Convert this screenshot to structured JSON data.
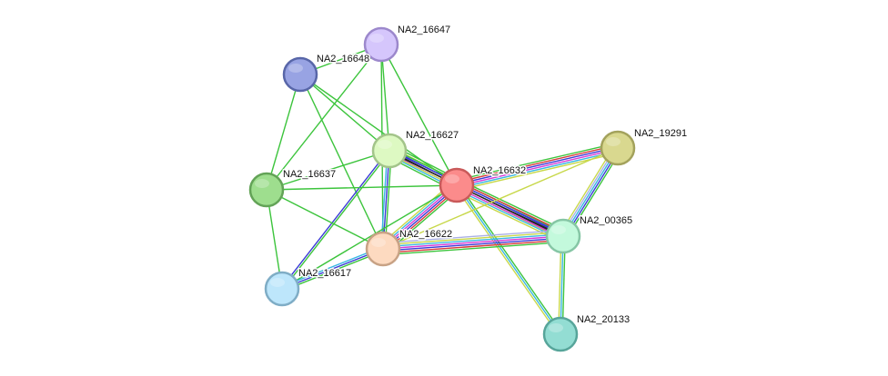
{
  "network": {
    "nodes": [
      {
        "id": "NA2_16647",
        "label": "NA2_16647",
        "fill": "#d5c6fc",
        "stroke": "#9c88cc"
      },
      {
        "id": "NA2_16648",
        "label": "NA2_16648",
        "fill": "#98a3e3",
        "stroke": "#5866a8"
      },
      {
        "id": "NA2_16627",
        "label": "NA2_16627",
        "fill": "#ddf9c2",
        "stroke": "#a3c48a"
      },
      {
        "id": "NA2_16632",
        "label": "NA2_16632",
        "fill": "#fb8b8b",
        "stroke": "#c95a5a"
      },
      {
        "id": "NA2_19291",
        "label": "NA2_19291",
        "fill": "#d9d88f",
        "stroke": "#a3a25c"
      },
      {
        "id": "NA2_16637",
        "label": "NA2_16637",
        "fill": "#9ede8e",
        "stroke": "#63a357"
      },
      {
        "id": "NA2_00365",
        "label": "NA2_00365",
        "fill": "#c3f9dc",
        "stroke": "#86c6a5"
      },
      {
        "id": "NA2_16622",
        "label": "NA2_16622",
        "fill": "#fddac0",
        "stroke": "#c8a285"
      },
      {
        "id": "NA2_16617",
        "label": "NA2_16617",
        "fill": "#bde6fb",
        "stroke": "#7fadc6"
      },
      {
        "id": "NA2_20133",
        "label": "NA2_20133",
        "fill": "#93ddd3",
        "stroke": "#57a59a"
      }
    ],
    "edges": [
      {
        "source": "NA2_16647",
        "target": "NA2_16627",
        "colors": [
          "#3cc43c"
        ]
      },
      {
        "source": "NA2_16647",
        "target": "NA2_16632",
        "colors": [
          "#3cc43c"
        ]
      },
      {
        "source": "NA2_16647",
        "target": "NA2_16637",
        "colors": [
          "#3cc43c"
        ]
      },
      {
        "source": "NA2_16647",
        "target": "NA2_16622",
        "colors": [
          "#3cc43c"
        ]
      },
      {
        "source": "NA2_16647",
        "target": "NA2_16648",
        "colors": [
          "#3cc43c"
        ]
      },
      {
        "source": "NA2_16648",
        "target": "NA2_16627",
        "colors": [
          "#3cc43c"
        ]
      },
      {
        "source": "NA2_16648",
        "target": "NA2_16632",
        "colors": [
          "#3cc43c"
        ]
      },
      {
        "source": "NA2_16648",
        "target": "NA2_16637",
        "colors": [
          "#3cc43c"
        ]
      },
      {
        "source": "NA2_16648",
        "target": "NA2_16622",
        "colors": [
          "#3cc43c"
        ]
      },
      {
        "source": "NA2_16627",
        "target": "NA2_16637",
        "colors": [
          "#3cc43c"
        ]
      },
      {
        "source": "NA2_16627",
        "target": "NA2_16632",
        "colors": [
          "#3cc43c",
          "#c8d84a",
          "#3a3ad6",
          "#222222",
          "#d63ad6",
          "#3ab7e3",
          "#3cc43c"
        ]
      },
      {
        "source": "NA2_16627",
        "target": "NA2_16622",
        "colors": [
          "#3cc43c",
          "#3a3ad6",
          "#3ab7e3"
        ]
      },
      {
        "source": "NA2_16627",
        "target": "NA2_16617",
        "colors": [
          "#3cc43c",
          "#3a3ad6"
        ]
      },
      {
        "source": "NA2_16627",
        "target": "NA2_00365",
        "colors": [
          "#3cc43c",
          "#3a3ad6",
          "#222222",
          "#c8d84a"
        ]
      },
      {
        "source": "NA2_16637",
        "target": "NA2_16632",
        "colors": [
          "#3cc43c"
        ]
      },
      {
        "source": "NA2_16637",
        "target": "NA2_16622",
        "colors": [
          "#3cc43c"
        ]
      },
      {
        "source": "NA2_16637",
        "target": "NA2_16617",
        "colors": [
          "#3cc43c"
        ]
      },
      {
        "source": "NA2_16632",
        "target": "NA2_19291",
        "colors": [
          "#3cc43c",
          "#d63a3a",
          "#3a3ad6",
          "#d63ad6",
          "#3ab7e3",
          "#c8d84a"
        ]
      },
      {
        "source": "NA2_16632",
        "target": "NA2_00365",
        "colors": [
          "#3cc43c",
          "#d63a3a",
          "#3a3ad6",
          "#222222",
          "#d63ad6",
          "#3ab7e3",
          "#c8d84a"
        ]
      },
      {
        "source": "NA2_16632",
        "target": "NA2_16622",
        "colors": [
          "#3cc43c",
          "#d63a3a",
          "#3a3ad6",
          "#d63ad6",
          "#3ab7e3",
          "#c8d84a"
        ]
      },
      {
        "source": "NA2_16632",
        "target": "NA2_20133",
        "colors": [
          "#3cc43c",
          "#3ab7e3",
          "#c8d84a"
        ]
      },
      {
        "source": "NA2_16632",
        "target": "NA2_16617",
        "colors": [
          "#3cc43c"
        ]
      },
      {
        "source": "NA2_19291",
        "target": "NA2_00365",
        "colors": [
          "#3cc43c",
          "#3a3ad6",
          "#3ab7e3",
          "#aab0e6",
          "#c8d84a"
        ]
      },
      {
        "source": "NA2_19291",
        "target": "NA2_16622",
        "colors": [
          "#c8d84a"
        ]
      },
      {
        "source": "NA2_00365",
        "target": "NA2_16622",
        "colors": [
          "#3cc43c",
          "#d63a3a",
          "#3a3ad6",
          "#d63ad6",
          "#3ab7e3",
          "#c8d84a",
          "#aab0e6"
        ]
      },
      {
        "source": "NA2_00365",
        "target": "NA2_20133",
        "colors": [
          "#3cc43c",
          "#3ab7e3",
          "#c8d84a"
        ]
      },
      {
        "source": "NA2_16622",
        "target": "NA2_16617",
        "colors": [
          "#3cc43c",
          "#3a3ad6",
          "#3ab7e3"
        ]
      }
    ]
  }
}
